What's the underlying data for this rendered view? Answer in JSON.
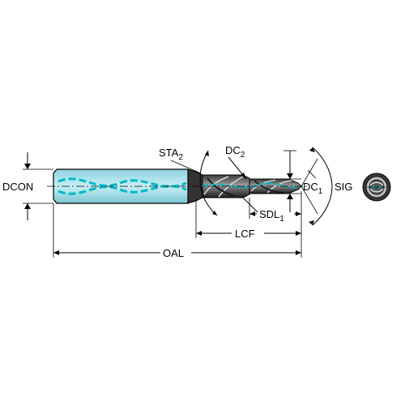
{
  "labels": {
    "dcon": "DCON",
    "oal": "OAL",
    "lcf": "LCF",
    "sdl": "SDL",
    "sdl_sub": "1",
    "sta": "STA",
    "sta_sub": "2",
    "dc2": "DC",
    "dc2_sub": "2",
    "dc1": "DC",
    "dc1_sub": "1",
    "sig": "SIG"
  },
  "colors": {
    "shank_fill": "#a8dde6",
    "body_fill": "#2b2b2b",
    "body_highlight": "#8c8c8c",
    "coolant": "#00b8c8",
    "line": "#000000"
  }
}
